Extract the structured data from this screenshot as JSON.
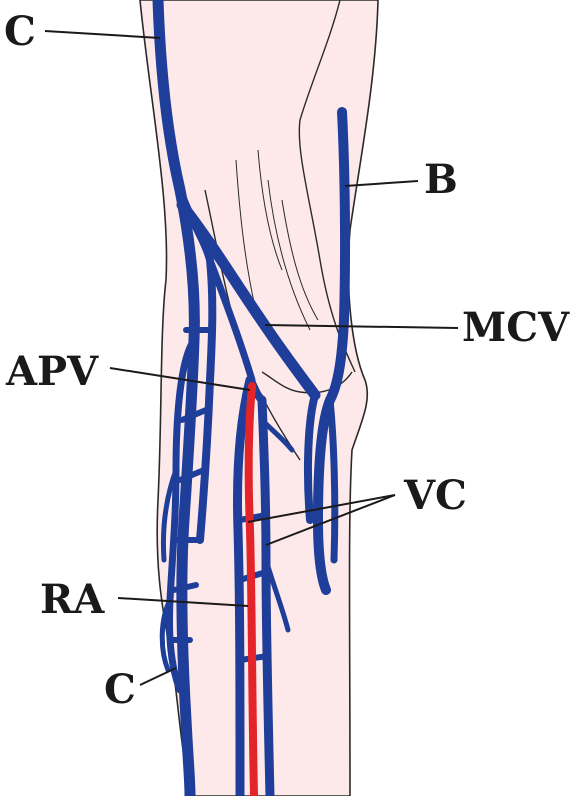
{
  "labels": {
    "c_top": "C",
    "b": "B",
    "mcv": "MCV",
    "apv": "APV",
    "vc": "VC",
    "ra": "RA",
    "c_bottom": "C"
  },
  "colors": {
    "skin": "#fde9e9",
    "outline": "#2a2a2a",
    "vein": "#1f3e9a",
    "artery": "#e3242b",
    "leader": "#1a1a1a"
  }
}
